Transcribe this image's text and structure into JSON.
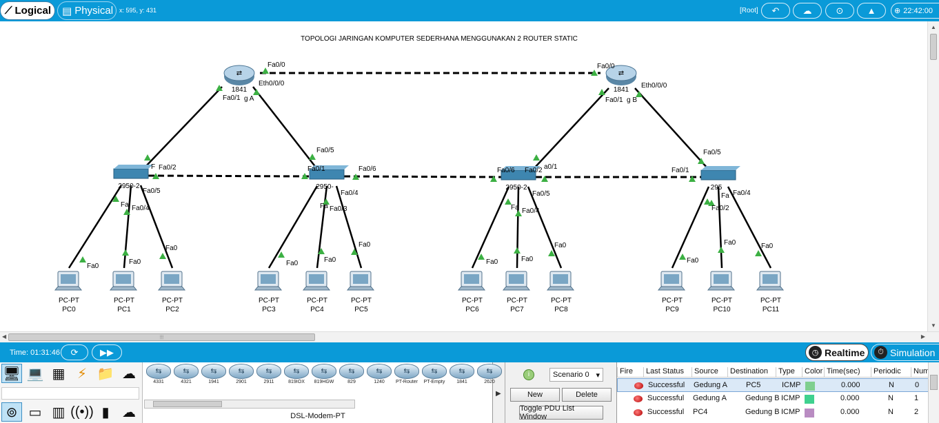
{
  "toolbar": {
    "logical_label": "Logical",
    "physical_label": "Physical",
    "coords": "x: 595, y: 431",
    "root_label": "[Root]",
    "clock": "22:42:00"
  },
  "canvas": {
    "title": "TOPOLOGI JARINGAN KOMPUTER SEDERHANA MENGGUNAKAN 2 ROUTER STATIC",
    "routers": [
      {
        "model": "1841",
        "name": "g A"
      },
      {
        "model": "1841",
        "name": "g B"
      }
    ],
    "switches": [
      {
        "model": "2950-2"
      },
      {
        "model": "2950-"
      },
      {
        "model": "2950-2"
      },
      {
        "model": "295"
      }
    ],
    "pc_type": "PC-PT",
    "pcs": [
      "PC0",
      "PC1",
      "PC2",
      "PC3",
      "PC4",
      "PC5",
      "PC6",
      "PC7",
      "PC8",
      "PC9",
      "PC10",
      "PC11"
    ],
    "port_labels": {
      "r1_fa00": "Fa0/0",
      "r1_eth": "Eth0/0/0",
      "r1_fa01": "Fa0/1",
      "r2_fa00": "Fa0/0",
      "r2_eth": "Eth0/0/0",
      "r2_fa01": "Fa0/1",
      "sw1_f": "F",
      "sw1_fa02": "Fa0/2",
      "sw1_fa05": "Fa0/5",
      "sw1_fa": "Fa",
      "sw1_fa04": "Fa0/4",
      "sw2_fa05": "Fa0/5",
      "sw2_fa01": "Fa0/1",
      "sw2_fa06": "Fa0/6",
      "sw2_fa04": "Fa0/4",
      "sw2_fa": "Fa",
      "sw2_fa03": "Fa0/3",
      "sw3_fa06": "Fa0/6",
      "sw3_fa02": "Fa0/2",
      "sw3_a01": "a0/1",
      "sw3_fa05": "Fa0/5",
      "sw3_fa": "Fa",
      "sw3_fa04": "Fa0/4",
      "sw4_fa05": "Fa0/5",
      "sw4_fa01": "Fa0/1",
      "sw4_fa": "Fa",
      "sw4_fa04": "Fa0/4",
      "sw4_fa02": "Fa0/2",
      "pc_fa0": "Fa0"
    }
  },
  "timebar": {
    "time": "Time: 01:31:46",
    "realtime_label": "Realtime",
    "simulation_label": "Simulation"
  },
  "devices": {
    "models": [
      "4331",
      "4321",
      "1941",
      "2901",
      "2911",
      "819IOX",
      "819HGW",
      "829",
      "1240",
      "PT-Router",
      "PT-Empty",
      "1841",
      "2620"
    ],
    "caption": "DSL-Modem-PT"
  },
  "scenario": {
    "selected": "Scenario 0",
    "new_label": "New",
    "delete_label": "Delete",
    "toggle_label": "Toggle PDU List Window"
  },
  "pdu": {
    "columns": [
      "Fire",
      "Last Status",
      "Source",
      "Destination",
      "Type",
      "Color",
      "Time(sec)",
      "Periodic",
      "Num"
    ],
    "rows": [
      {
        "status": "Successful",
        "source": "Gedung A",
        "destination": "PC5",
        "type": "ICMP",
        "color": "#7fcf8f",
        "time": "0.000",
        "periodic": "N",
        "num": "0"
      },
      {
        "status": "Successful",
        "source": "Gedung A",
        "destination": "Gedung B",
        "type": "ICMP",
        "color": "#3fd18f",
        "time": "0.000",
        "periodic": "N",
        "num": "1"
      },
      {
        "status": "Successful",
        "source": "PC4",
        "destination": "Gedung B",
        "type": "ICMP",
        "color": "#b98cc2",
        "time": "0.000",
        "periodic": "N",
        "num": "2"
      }
    ]
  }
}
